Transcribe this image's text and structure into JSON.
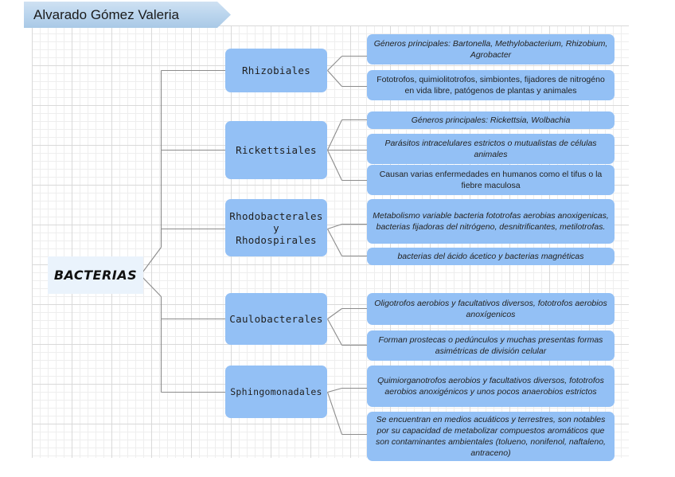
{
  "banner": {
    "text": "Alvarado Gómez Valeria"
  },
  "root": {
    "label": "BACTERIAS"
  },
  "colors": {
    "node_fill": "#93c0f5",
    "root_fill": "#eaf3fc",
    "banner_fill": "#bcd6ee",
    "connector": "#8c8c8c",
    "grid_minor": "#eeeeee",
    "grid_major": "#d9d9d9"
  },
  "orders": [
    {
      "label": "Rhizobiales",
      "descriptions": [
        {
          "text": "Géneros principales: Bartonella, Methylobacterium, Rhizobium, Agrobacter",
          "italic": true
        },
        {
          "text": "Fototrofos, quimiolitotrofos, simbiontes, fijadores de nitrogéno en vida libre, patógenos de plantas y animales",
          "italic": false
        }
      ]
    },
    {
      "label": "Rickettsiales",
      "descriptions": [
        {
          "text": "Géneros principales: Rickettsia, Wolbachia",
          "italic": true
        },
        {
          "text": "Parásitos intracelulares estrictos o mutualistas de células animales",
          "italic": true
        },
        {
          "text": "Causan varias enfermedades en humanos como el tifus o la fiebre maculosa",
          "italic": false
        }
      ]
    },
    {
      "label": "Rhodobacterales\ny\nRhodospirales",
      "descriptions": [
        {
          "text": "Metabolismo variable bacteria fototrofas aerobias anoxigenicas, bacterias fijadoras del nitrógeno, desnitrificantes, metilotrofas.",
          "italic": true
        },
        {
          "text": "bacterias del ácido ácetico y bacterias magnéticas",
          "italic": true
        }
      ]
    },
    {
      "label": "Caulobacterales",
      "descriptions": [
        {
          "text": "Oligotrofos aerobios y facultativos diversos, fototrofos aerobios anoxígenicos",
          "italic": true
        },
        {
          "text": "Forman prostecas o pedúnculos y muchas presentas formas asimétricas de división celular",
          "italic": true
        }
      ]
    },
    {
      "label": "Sphingomonadales",
      "descriptions": [
        {
          "text": "Quimiorganotrofos aerobios y facultativos diversos, fototrofos aerobios anoxigénicos y unos pocos anaerobios estrictos",
          "italic": true
        },
        {
          "text": "Se encuentran en medios acuáticos y terrestres, son notables por su capacidad de metabolizar compuestos aromáticos que son contaminantes ambientales (tolueno, nonifenol, naftaleno, antraceno)",
          "italic": true
        }
      ]
    }
  ]
}
